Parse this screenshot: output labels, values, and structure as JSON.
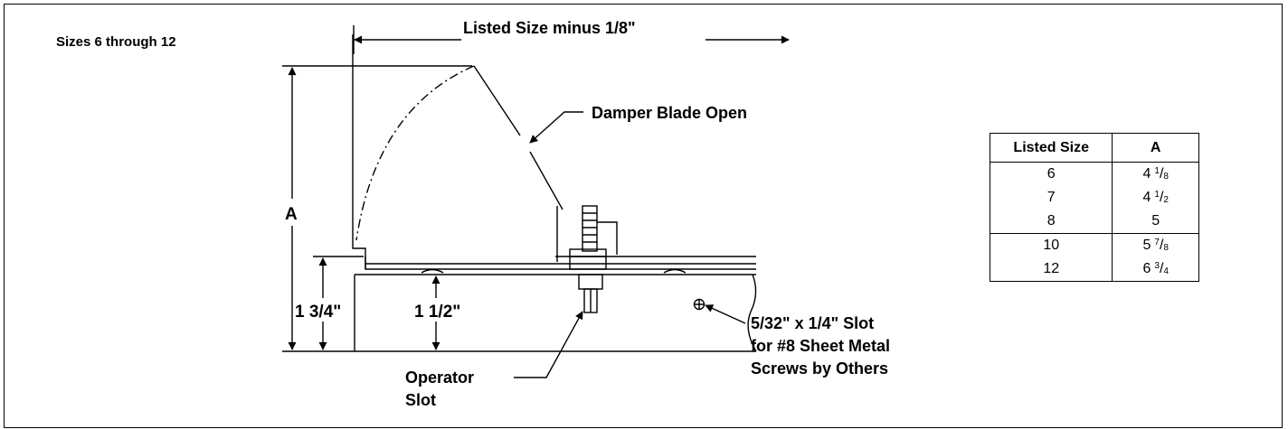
{
  "labels": {
    "sizes_range": "Sizes 6 through 12",
    "listed_size_minus": "Listed Size minus 1/8\"",
    "damper_blade_open": "Damper Blade Open",
    "dim_a": "A",
    "dim_1_3_4": "1 3/4\"",
    "dim_1_1_2": "1 1/2\"",
    "operator_slot_line1": "Operator",
    "operator_slot_line2": "Slot",
    "slot_line1": "5/32\" x 1/4\" Slot",
    "slot_line2": "for #8 Sheet Metal",
    "slot_line3": "Screws by Others"
  },
  "table": {
    "headers": [
      "Listed Size",
      "A"
    ],
    "rows": [
      {
        "size": "6",
        "a_whole": "4",
        "a_num": "1",
        "a_den": "8"
      },
      {
        "size": "7",
        "a_whole": "4",
        "a_num": "1",
        "a_den": "2"
      },
      {
        "size": "8",
        "a_whole": "5",
        "a_num": "",
        "a_den": ""
      },
      {
        "size": "10",
        "a_whole": "5",
        "a_num": "7",
        "a_den": "8"
      },
      {
        "size": "12",
        "a_whole": "6",
        "a_num": "3",
        "a_den": "4"
      }
    ]
  }
}
